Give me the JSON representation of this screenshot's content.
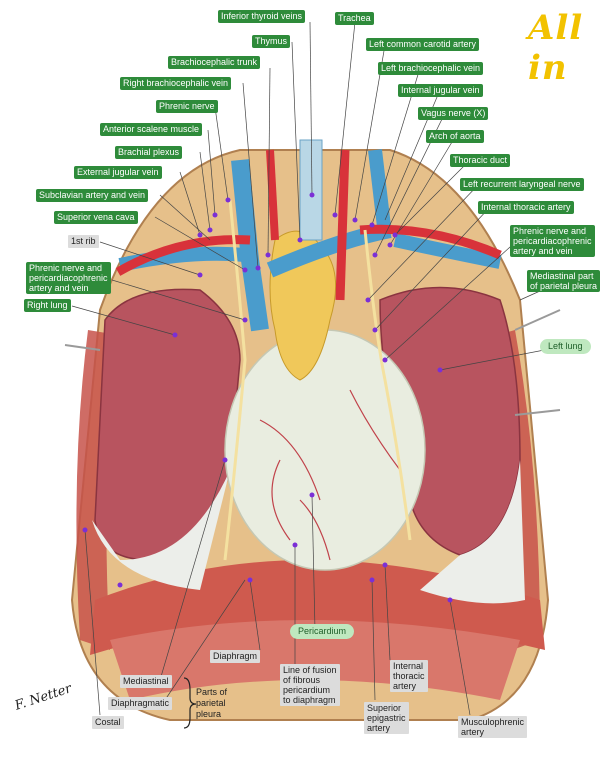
{
  "corner_note": "All in",
  "signature": "F. Netter",
  "labels": {
    "inferior_thyroid_veins": "Inferior thyroid veins",
    "trachea": "Trachea",
    "thymus": "Thymus",
    "left_common_carotid": "Left common carotid artery",
    "brachiocephalic_trunk": "Brachiocephalic trunk",
    "left_brachiocephalic_vein": "Left brachiocephalic vein",
    "right_brachiocephalic_vein": "Right brachiocephalic vein",
    "internal_jugular_vein": "Internal jugular vein",
    "phrenic_nerve": "Phrenic nerve",
    "vagus_nerve": "Vagus nerve (X)",
    "anterior_scalene": "Anterior scalene muscle",
    "arch_of_aorta": "Arch of aorta",
    "brachial_plexus": "Brachial plexus",
    "thoracic_duct": "Thoracic duct",
    "external_jugular_vein": "External jugular vein",
    "left_recurrent_laryngeal": "Left recurrent laryngeal nerve",
    "subclavian_artery_vein": "Subclavian artery and vein",
    "internal_thoracic_artery": "Internal thoracic artery",
    "superior_vena_cava": "Superior vena cava",
    "first_rib": "1st rib",
    "phrenic_pericardiacophrenic_right": [
      "Phrenic nerve and",
      "pericardiacophrenic",
      "artery and vein"
    ],
    "phrenic_pericardiacophrenic_left": [
      "Phrenic nerve and",
      "pericardiacophrenic",
      "artery and vein"
    ],
    "mediastinal_parietal": [
      "Mediastinal part",
      "of parietal pleura"
    ],
    "right_lung": "Right lung",
    "left_lung": "Left lung",
    "pericardium": "Pericardium",
    "diaphragm": "Diaphragm",
    "line_of_fusion": [
      "Line of fusion",
      "of fibrous",
      "pericardium",
      "to diaphragm"
    ],
    "internal_thoracic_artery_lower": [
      "Internal",
      "thoracic",
      "artery"
    ],
    "mediastinal": "Mediastinal",
    "diaphragmatic": "Diaphragmatic",
    "costal": "Costal",
    "parts_of_parietal_pleura": [
      "Parts of",
      "parietal",
      "pleura"
    ],
    "superior_epigastric": [
      "Superior",
      "epigastric",
      "artery"
    ],
    "musculophrenic": [
      "Musculophrenic",
      "artery"
    ]
  },
  "colors": {
    "label_bg": "#2e8b3a",
    "highlight": "#bfe8bf",
    "vein": "#4a9ccc",
    "artery": "#d8323a",
    "lung": "#b8545f",
    "pericardium": "#e9ede0",
    "thymus": "#f0c85a",
    "muscle": "#c7524a",
    "marker": "#7b2fd6"
  }
}
